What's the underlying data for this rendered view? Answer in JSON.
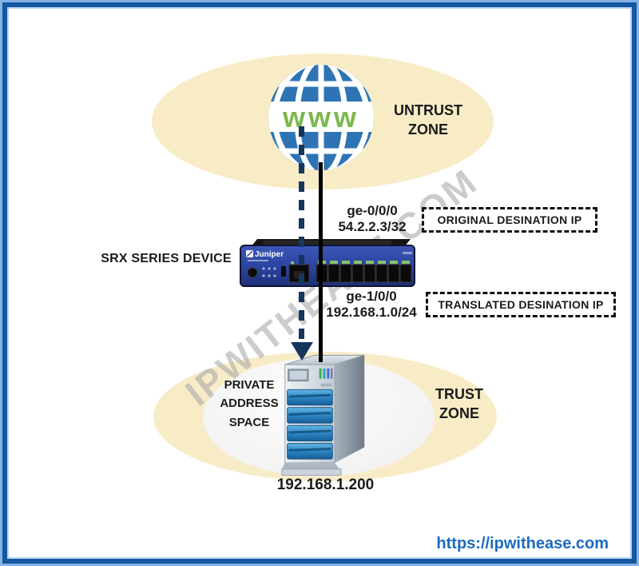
{
  "untrust_zone": {
    "label_line1": "UNTRUST",
    "label_line2": "ZONE"
  },
  "trust_zone": {
    "label_line1": "TRUST",
    "label_line2": "ZONE"
  },
  "private_space": {
    "label_line1": "PRIVATE",
    "label_line2": "ADDRESS",
    "label_line3": "SPACE"
  },
  "globe": {
    "www_text": "www"
  },
  "device": {
    "label": "SRX SERIES DEVICE",
    "brand": "Juniper"
  },
  "interface_untrust": {
    "name": "ge-0/0/0",
    "subnet": "54.2.2.3/32"
  },
  "interface_trust": {
    "name": "ge-1/0/0",
    "subnet": "192.168.1.0/24"
  },
  "callout_original": {
    "label": "ORIGINAL DESINATION IP"
  },
  "callout_translated": {
    "label": "TRANSLATED DESINATION IP"
  },
  "server": {
    "ip": "192.168.1.200"
  },
  "watermark": {
    "text": "IPWITHEASE.COM"
  },
  "footer": {
    "url": "https://ipwithease.com"
  },
  "colors": {
    "zone_fill": "#F8ECC7",
    "globe_blue": "#2E74B5",
    "www_green": "#7DB84F",
    "arrow_navy": "#17365D",
    "device_blue": "#2B4AA6",
    "url_blue": "#1C6BBF",
    "frame_dark_blue": "#1558A2",
    "frame_light_blue": "#85B3E3"
  }
}
